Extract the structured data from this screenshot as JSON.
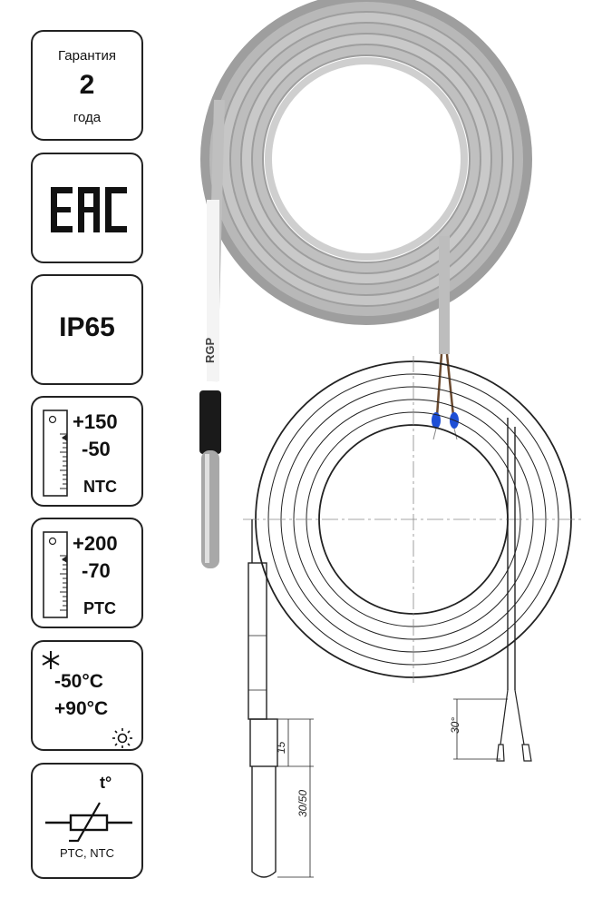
{
  "badges": {
    "warranty": {
      "top": "Гарантия",
      "number": "2",
      "bottom": "года"
    },
    "certification": {
      "logo": "EAC"
    },
    "protection": {
      "rating": "IP65"
    },
    "ntc_range": {
      "high": "+150",
      "low": "-50",
      "type": "NTC"
    },
    "ptc_range": {
      "high": "+200",
      "low": "-70",
      "type": "PTC"
    },
    "operating_temp": {
      "low": "-50°C",
      "high": "+90°C",
      "cold_icon": "snowflake-icon",
      "hot_icon": "sun-icon"
    },
    "symbol": {
      "marker": "t°",
      "label": "PTC, NTC"
    }
  },
  "product": {
    "probe_marking": "RGP",
    "cable_color": "#bdbdbd"
  },
  "dimensions": {
    "angle": "30°",
    "length_short": "15",
    "length_long": "30/50"
  }
}
